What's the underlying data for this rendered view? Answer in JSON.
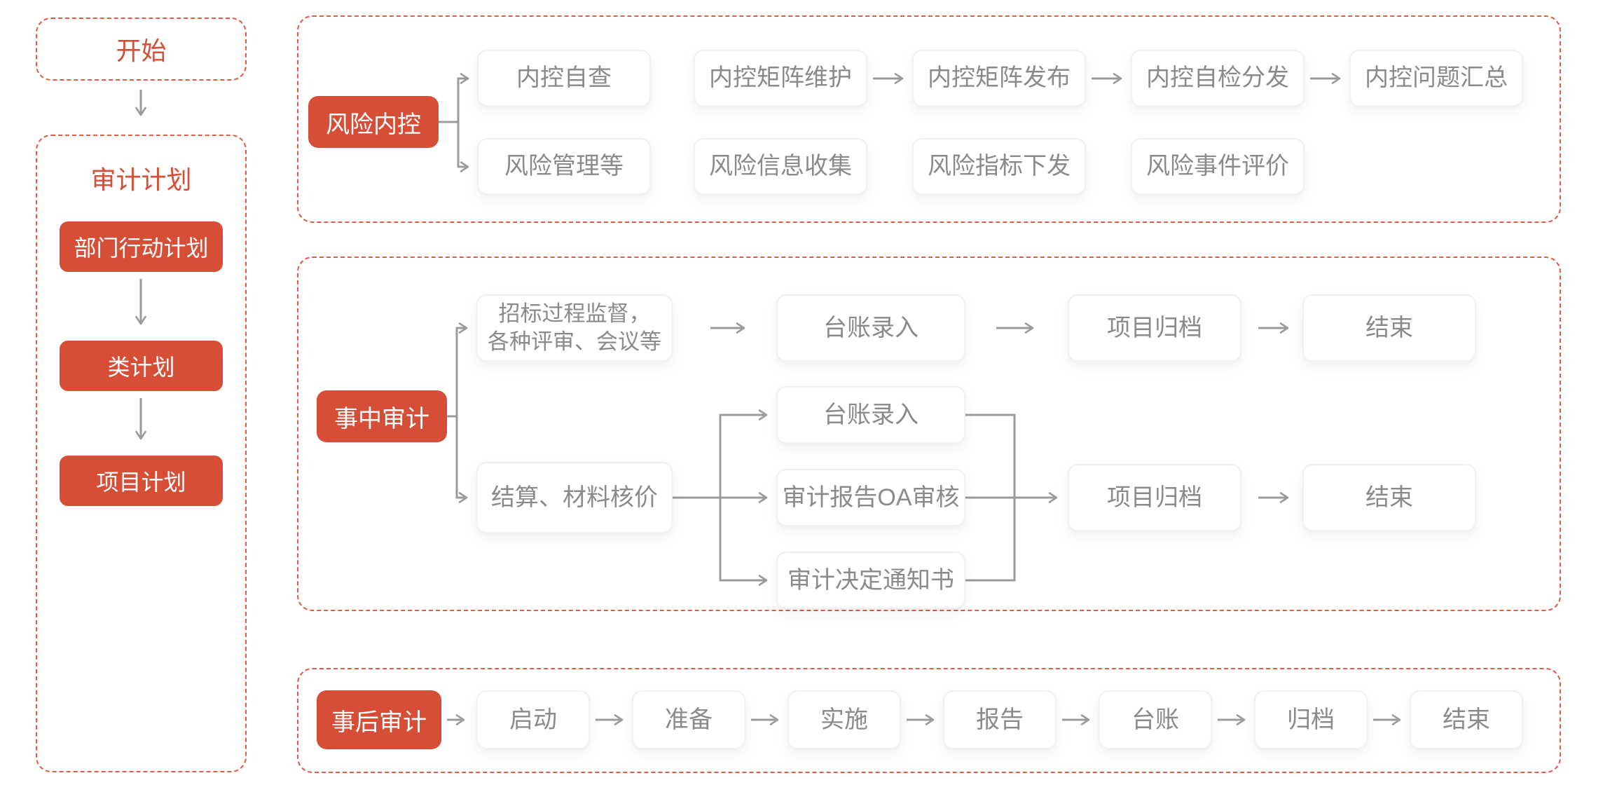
{
  "palette": {
    "red": "#d74e37",
    "dash_red": "#e25a42",
    "gray_text": "#8a8a8a",
    "line_gray": "#9b9b9b"
  },
  "left_panel": {
    "start": "开始",
    "plan_title": "审计计划",
    "plans": [
      "部门行动计划",
      "类计划",
      "项目计划"
    ]
  },
  "risk_section": {
    "root": "风险内控",
    "row1": [
      "内控自查",
      "内控矩阵维护",
      "内控矩阵发布",
      "内控自检分发",
      "内控问题汇总"
    ],
    "row2": [
      "风险管理等",
      "风险信息收集",
      "风险指标下发",
      "风险事件评价"
    ]
  },
  "during_section": {
    "root": "事中审计",
    "branch1": {
      "start_line1": "招标过程监督，",
      "start_line2": "各种评审、会议等",
      "steps": [
        "台账录入",
        "项目归档",
        "结束"
      ]
    },
    "branch2": {
      "start": "结算、材料核价",
      "parallel": [
        "台账录入",
        "审计报告OA审核",
        "审计决定通知书"
      ],
      "steps": [
        "项目归档",
        "结束"
      ]
    }
  },
  "post_section": {
    "root": "事后审计",
    "steps": [
      "启动",
      "准备",
      "实施",
      "报告",
      "台账",
      "归档",
      "结束"
    ]
  }
}
